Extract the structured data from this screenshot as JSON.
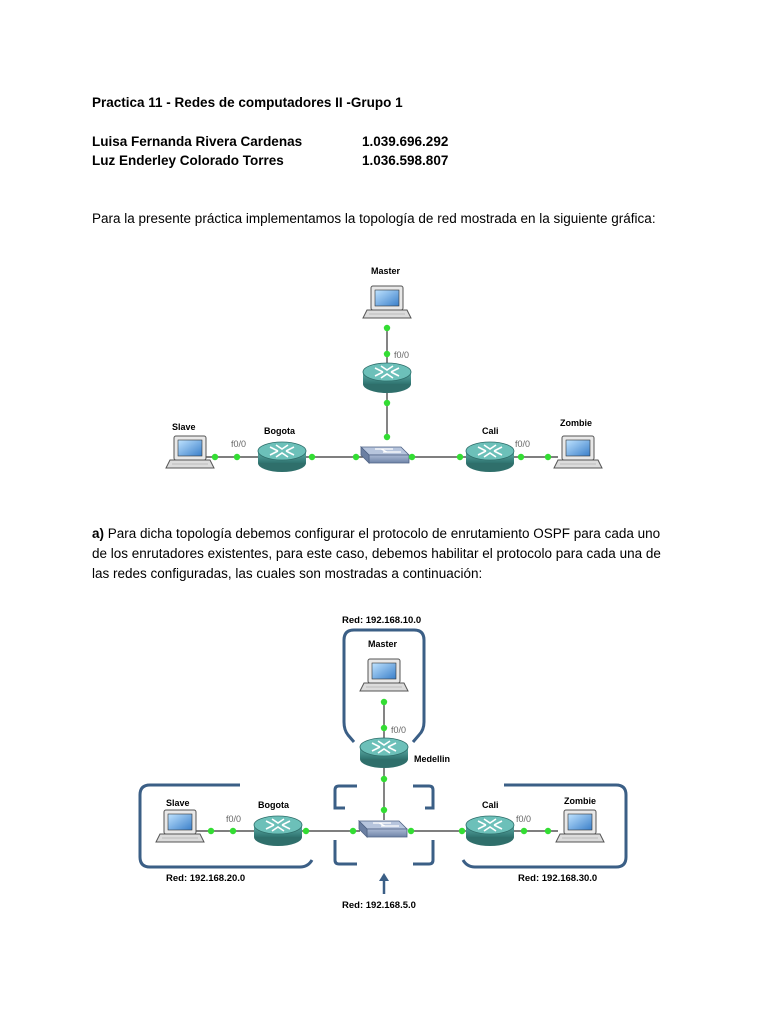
{
  "document": {
    "title": "Practica 11 - Redes de computadores II -Grupo 1",
    "authors": [
      {
        "name": "Luisa Fernanda Rivera Cardenas",
        "id": "1.039.696.292"
      },
      {
        "name": "Luz Enderley Colorado Torres",
        "id": "1.036.598.807"
      }
    ],
    "intro": "Para la presente práctica implementamos la topología de red mostrada en la siguiente gráfica:",
    "section_a": {
      "marker": "a)",
      "line1": " Para dicha topología debemos configurar el protocolo de enrutamiento OSPF para cada uno",
      "line2": "de los enrutadores existentes, para este caso, debemos habilitar el protocolo para cada una de",
      "line3": "las redes configuradas, las cuales son mostradas a continuación:"
    }
  },
  "diagram1": {
    "hosts": {
      "master": "Master",
      "slave": "Slave",
      "zombie": "Zombie"
    },
    "routers": {
      "bogota": "Bogota",
      "cali": "Cali"
    },
    "interfaces": {
      "master": "f0/0",
      "bogota": "f0/0",
      "cali": "f0/0"
    }
  },
  "diagram2": {
    "hosts": {
      "master": "Master",
      "slave": "Slave",
      "zombie": "Zombie"
    },
    "routers": {
      "medellin": "Medellin",
      "bogota": "Bogota",
      "cali": "Cali"
    },
    "interfaces": {
      "master": "f0/0",
      "bogota": "f0/0",
      "cali": "f0/0"
    },
    "networks": {
      "top": "Red: 192.168.10.0",
      "left": "Red: 192.168.20.0",
      "right": "Red: 192.168.30.0",
      "center": "Red: 192.168.5.0"
    }
  },
  "colors": {
    "link": "#333333",
    "port": "#33dd33",
    "router": "#3f8f8a",
    "switch": "#8fa3c3",
    "group_border": "#3b5f86"
  }
}
